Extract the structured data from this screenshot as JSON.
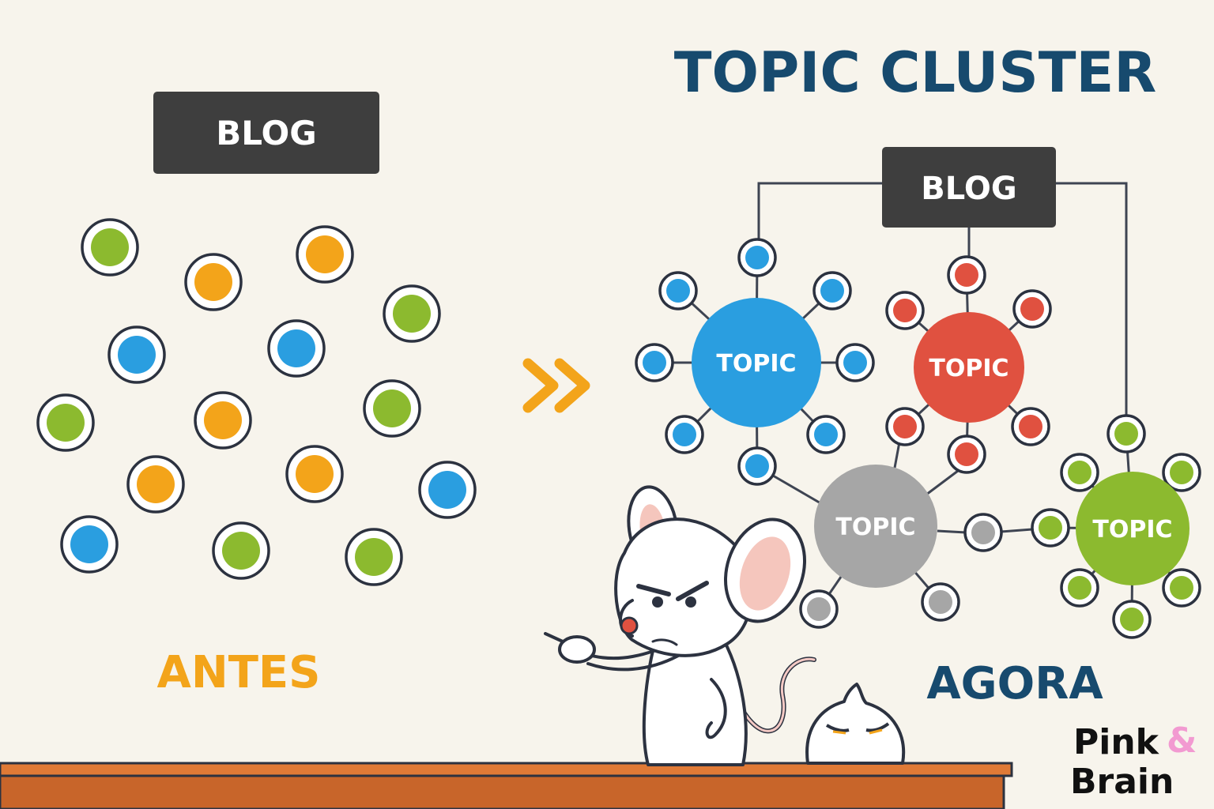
{
  "title": "TOPIC CLUSTER",
  "before": {
    "blog_label": "BLOG",
    "caption": "ANTES",
    "dot_colors": [
      "green",
      "orange",
      "orange",
      "green",
      "blue",
      "blue",
      "green",
      "orange",
      "green",
      "orange",
      "orange",
      "blue",
      "blue",
      "green",
      "green"
    ]
  },
  "after": {
    "blog_label": "BLOG",
    "caption": "AGORA",
    "topics": [
      {
        "label": "TOPIC",
        "color": "blue"
      },
      {
        "label": "TOPIC",
        "color": "red"
      },
      {
        "label": "TOPIC",
        "color": "gray"
      },
      {
        "label": "TOPIC",
        "color": "green"
      }
    ]
  },
  "arrow_icon": "double-chevron-right-icon",
  "mascot_icon": "mouse-mascot-icon",
  "logo": {
    "line1": "Pink",
    "amp": "&",
    "line2": "Brain"
  },
  "colors": {
    "blue": "#2a9ee0",
    "red": "#e05140",
    "gray": "#a6a6a6",
    "green": "#8cba2f",
    "orange": "#f3a41a",
    "navy": "#174a6e",
    "dark_box": "#3e3e3e",
    "outline": "#2c3240",
    "desk": "#c8652a",
    "pink": "#f29ad1"
  }
}
